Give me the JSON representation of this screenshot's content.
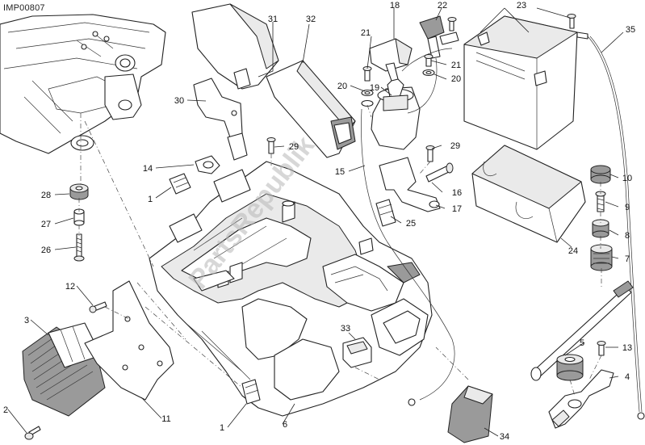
{
  "drawing": {
    "code": "IMP00807",
    "watermark": "PartsRepublik"
  },
  "callouts": [
    {
      "label": "1"
    },
    {
      "label": "1"
    },
    {
      "label": "2"
    },
    {
      "label": "3"
    },
    {
      "label": "4"
    },
    {
      "label": "5"
    },
    {
      "label": "6"
    },
    {
      "label": "7"
    },
    {
      "label": "8"
    },
    {
      "label": "9"
    },
    {
      "label": "10"
    },
    {
      "label": "11"
    },
    {
      "label": "12"
    },
    {
      "label": "13"
    },
    {
      "label": "14"
    },
    {
      "label": "15"
    },
    {
      "label": "16"
    },
    {
      "label": "17"
    },
    {
      "label": "18"
    },
    {
      "label": "19"
    },
    {
      "label": "20"
    },
    {
      "label": "20"
    },
    {
      "label": "21"
    },
    {
      "label": "21"
    },
    {
      "label": "22"
    },
    {
      "label": "23"
    },
    {
      "label": "24"
    },
    {
      "label": "25"
    },
    {
      "label": "26"
    },
    {
      "label": "27"
    },
    {
      "label": "28"
    },
    {
      "label": "29"
    },
    {
      "label": "29"
    },
    {
      "label": "30"
    },
    {
      "label": "31"
    },
    {
      "label": "32"
    },
    {
      "label": "33"
    },
    {
      "label": "34"
    },
    {
      "label": "35"
    }
  ]
}
